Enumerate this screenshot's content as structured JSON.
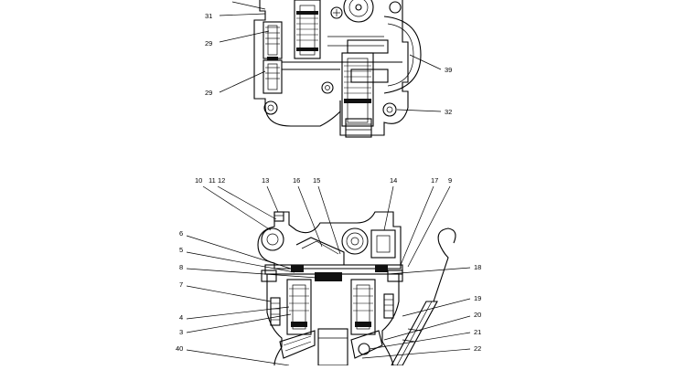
{
  "callouts_top": [
    "31",
    "29",
    "29",
    "39",
    "32"
  ],
  "callouts_bottom": [
    "10",
    "11",
    "12",
    "13",
    "16",
    "15",
    "14",
    "17",
    "9",
    "6",
    "5",
    "8",
    "7",
    "4",
    "3",
    "40",
    "18",
    "19",
    "20",
    "21",
    "22"
  ]
}
